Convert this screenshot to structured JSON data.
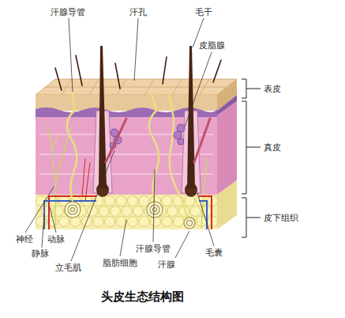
{
  "diagram": {
    "title": "头皮生态结构图",
    "labels": [
      "汗腺导管",
      "汗孔",
      "毛干",
      "皮脂腺",
      "表皮",
      "真皮",
      "皮下组织",
      "神经",
      "动脉",
      "静脉",
      "立毛肌",
      "脂肪细胞",
      "汗腺导管",
      "汗腺",
      "毛囊"
    ]
  }
}
